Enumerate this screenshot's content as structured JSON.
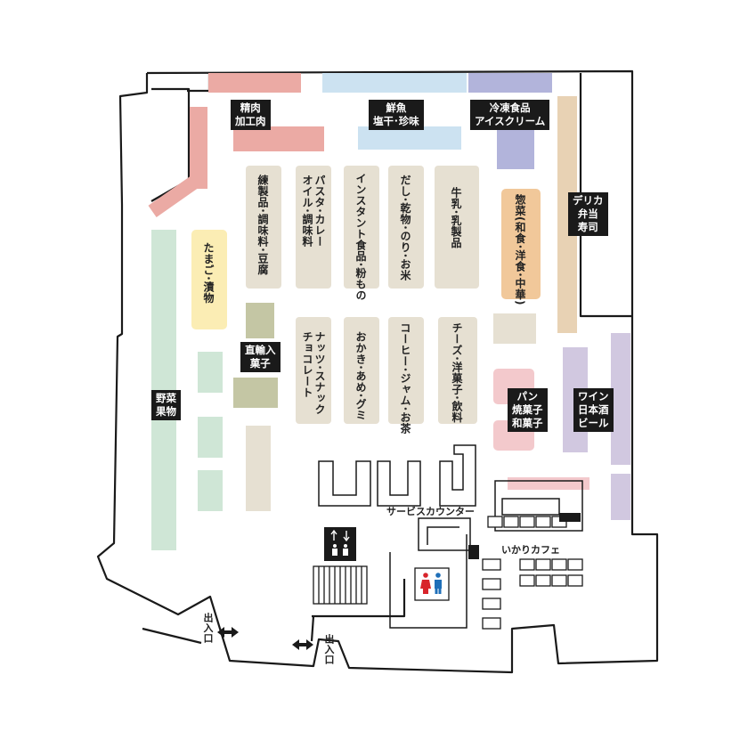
{
  "colors": {
    "meat": "#ebaaa4",
    "fish": "#cce2f1",
    "frozen": "#b2b4db",
    "deli": "#e8d2b4",
    "produce": "#cfe6d6",
    "egg": "#fbedb4",
    "souzai": "#f1c89a",
    "tan": "#e6e0d2",
    "olive": "#c4c6a4",
    "wine": "#d1c8e0",
    "bread": "#f3c9cc",
    "line": "#1a1a1a"
  },
  "labels": {
    "meat": "精肉\n加工肉",
    "fish": "鮮魚\n塩干･珍味",
    "frozen": "冷凍食品\nアイスクリーム",
    "deli": "デリカ\n弁当\n寿司",
    "produce": "野菜\n果物",
    "import_sweets": "直輸入\n菓子",
    "bread": "パン\n焼菓子\n和菓子",
    "wine": "ワイン\n日本酒\nビール",
    "aisle_nerimono": "練製品･調味料･豆腐",
    "aisle_pasta": "パスタ･カレー\nオイル･調味料",
    "aisle_instant": "インスタント食品･粉もの",
    "aisle_dashi": "だし･乾物･のり･お米",
    "aisle_milk": "牛乳･乳製品",
    "aisle_souzai": "惣菜(和食･洋食･中華)",
    "aisle_egg": "たまご･漬物",
    "aisle_nuts": "ナッツ･スナック\nチョコレート",
    "aisle_okaki": "おかき･あめ･グミ",
    "aisle_coffee": "コーヒー･ジャム･お茶",
    "aisle_cheese": "チーズ･洋菓子･飲料",
    "service_counter": "サービスカウンター",
    "cafe": "いかりカフェ",
    "entrance_left": "出入口",
    "entrance_right": "出入口"
  },
  "icons": {
    "elevator": "elevator-icon",
    "restroom": "restroom-icon",
    "entrance_arrows": "double-arrow-icon"
  }
}
